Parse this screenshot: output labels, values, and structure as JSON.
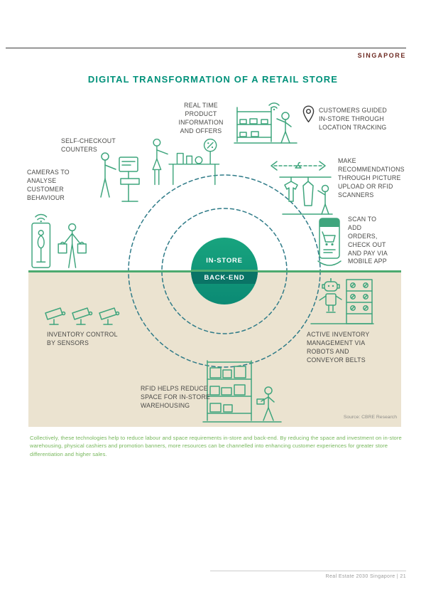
{
  "header": {
    "region": "SINGAPORE"
  },
  "infographic": {
    "title": "DIGITAL TRANSFORMATION OF A RETAIL STORE",
    "center": {
      "top_label": "IN-STORE",
      "bottom_label": "BACK-END"
    },
    "source": "Source: CBRE Research",
    "callouts": {
      "cameras": {
        "label": "CAMERAS TO\nANALYSE\nCUSTOMER\nBEHAVIOUR"
      },
      "self_checkout": {
        "label": "SELF-CHECKOUT\nCOUNTERS"
      },
      "real_time": {
        "label": "REAL TIME\nPRODUCT\nINFORMATION\nAND OFFERS"
      },
      "location_tracking": {
        "label": "CUSTOMERS GUIDED\nIN-STORE THROUGH\nLOCATION TRACKING"
      },
      "recommendations": {
        "label": "MAKE\nRECOMMENDATIONS\nTHROUGH PICTURE\nUPLOAD OR RFID\nSCANNERS"
      },
      "mobile_app": {
        "label": "SCAN TO\nADD\nORDERS,\nCHECK OUT\nAND PAY VIA\nMOBILE APP"
      },
      "inventory_sensors": {
        "label": "INVENTORY CONTROL\nBY SENSORS"
      },
      "robots": {
        "label": "ACTIVE INVENTORY\nMANAGEMENT VIA\nROBOTS AND\nCONVEYOR BELTS"
      },
      "rfid_warehousing": {
        "label": "RFID HELPS REDUCE\nSPACE FOR IN-STORE\nWAREHOUSING"
      }
    }
  },
  "caption": "Collectively, these technologies help to reduce labour and space requirements in-store and back-end. By reducing the space and investment on in-store warehousing, physical cashiers and promotion banners, more resources can be channelled into enhancing customer experiences for greater store differentiation and higher sales.",
  "footer": {
    "text": "Real Estate 2030 Singapore | 21"
  },
  "colors": {
    "teal_title": "#00917a",
    "illustration_green": "#3fa57d",
    "divider_green": "#4caa6f",
    "circle_dash": "#2f7b88",
    "badge_top": "#18a47e",
    "badge_bottom": "#0b8a74",
    "badge_band": "#0a7466",
    "maroon": "#6e2b23",
    "beige": "#ebe3d0",
    "label_gray": "#4a4a48",
    "caption_green": "#76b75b",
    "footer_gray": "#9b9b9b",
    "rule_dark": "#3c3c3c",
    "rule_light": "#cccccc"
  }
}
